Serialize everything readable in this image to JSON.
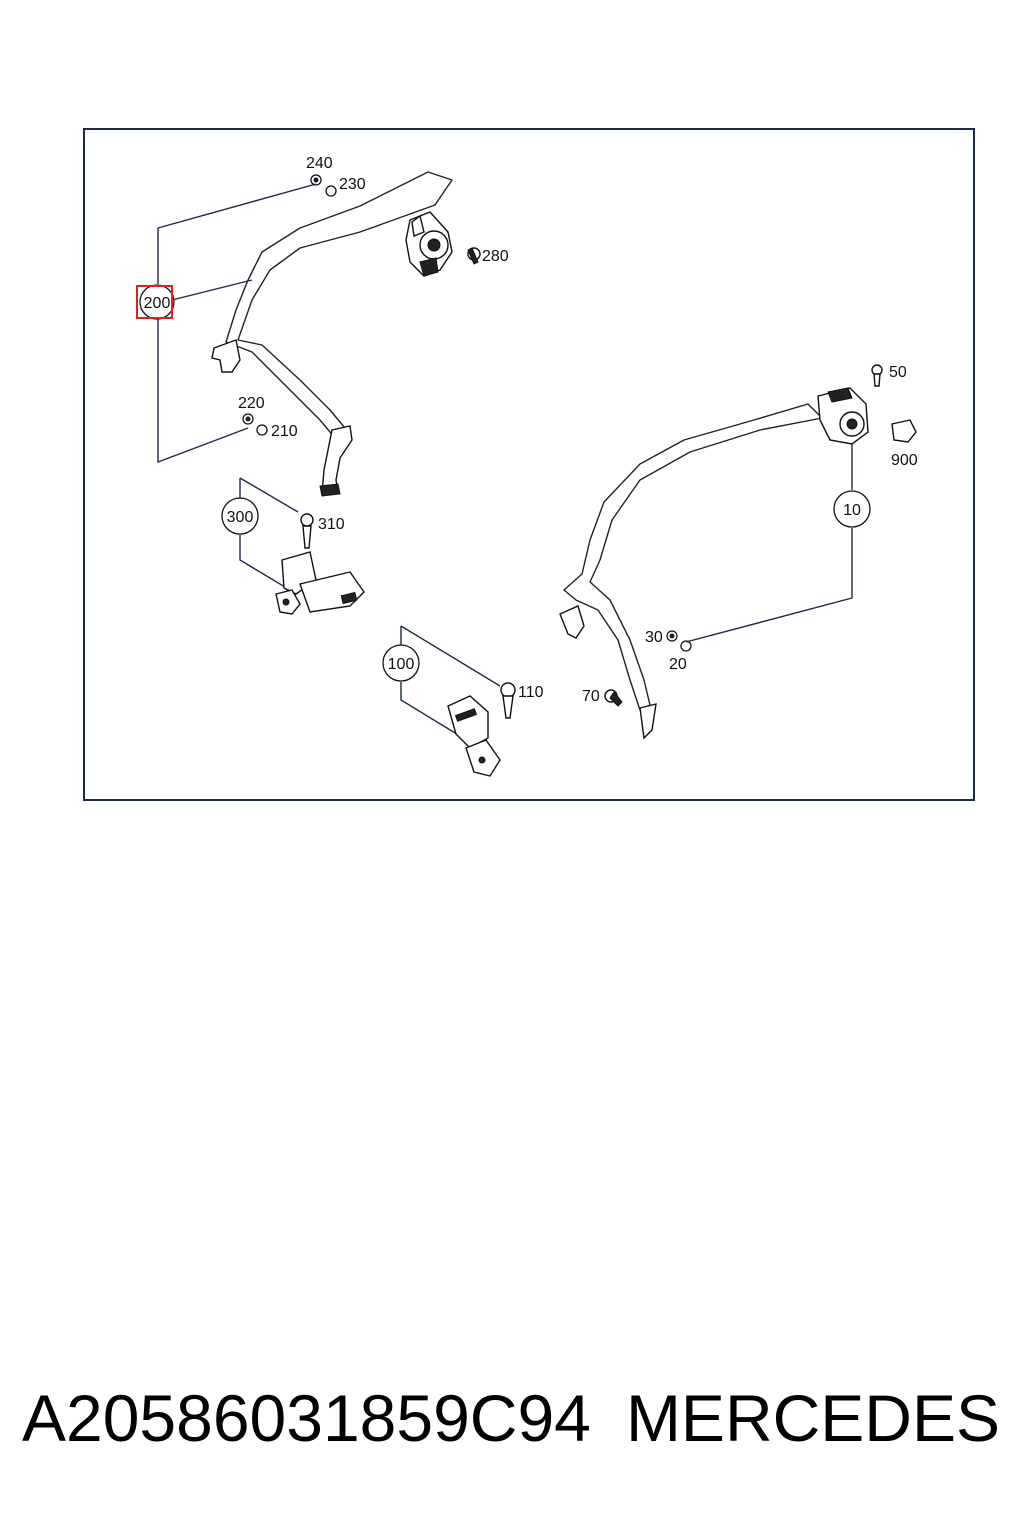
{
  "diagram": {
    "callouts": {
      "p240": "240",
      "p230": "230",
      "p280": "280",
      "p200": "200",
      "p220": "220",
      "p210": "210",
      "p300": "300",
      "p310": "310",
      "p100": "100",
      "p110": "110",
      "p70": "70",
      "p50": "50",
      "p900": "900",
      "p10": "10",
      "p30": "30",
      "p20": "20"
    },
    "highlighted_callout": "200",
    "colors": {
      "frame": "#1b2a4a",
      "highlight": "#e0201b"
    }
  },
  "footer": {
    "part_number": "A20586031859C94",
    "brand": "MERCEDES"
  }
}
